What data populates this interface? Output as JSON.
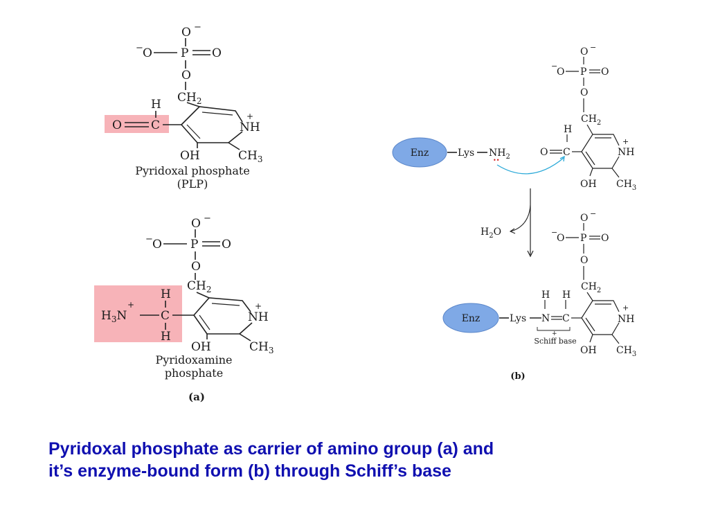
{
  "caption": {
    "line1": "Pyridoxal phosphate as carrier of amino group (a) and",
    "line2": "it’s enzyme-bound form (b) through Schiff’s base"
  },
  "colors": {
    "highlight": "#f7b3b8",
    "enzyme_ellipse": "#7fa9e6",
    "arrow_blue": "#2aa9d8",
    "caption_text": "#1010b0"
  },
  "panel_a": {
    "plp": {
      "phosphate": {
        "o_top": "O",
        "o_minus": "−",
        "o_left": "O",
        "p": "P",
        "o_right": "O",
        "o_bridge": "O",
        "ch2": "CH",
        "ch2_sub": "2"
      },
      "aldehyde": {
        "h": "H",
        "o": "O",
        "c": "C"
      },
      "ring": {
        "nh": "NH",
        "plus": "+",
        "oh": "OH",
        "ch3": "CH",
        "ch3_sub": "3"
      },
      "name_line1": "Pyridoxal phosphate",
      "name_line2": "(PLP)"
    },
    "pmp": {
      "phosphate": {
        "o_top": "O",
        "o_minus": "−",
        "o_left": "O",
        "p": "P",
        "o_right": "O",
        "o_bridge": "O",
        "ch2": "CH",
        "ch2_sub": "2"
      },
      "amine": {
        "h3n": "H",
        "h3n_sub": "3",
        "n": "N",
        "plus": "+",
        "c": "C",
        "h_top": "H",
        "h_bottom": "H"
      },
      "ring": {
        "nh": "NH",
        "plus": "+",
        "oh": "OH",
        "ch3": "CH",
        "ch3_sub": "3"
      },
      "name_line1": "Pyridoxamine",
      "name_line2": "phosphate"
    },
    "label": "(a)"
  },
  "panel_b": {
    "top": {
      "enz": "Enz",
      "lys": "Lys",
      "nh2": "NH",
      "nh2_sub": "2",
      "lone_pair": "••",
      "phosphate": {
        "o_top": "O",
        "o_minus": "−",
        "o_left": "O",
        "p": "P",
        "o_right": "O",
        "o_bridge": "O",
        "ch2": "CH",
        "ch2_sub": "2"
      },
      "aldehyde": {
        "h": "H",
        "o": "O",
        "c": "C"
      },
      "ring": {
        "nh": "NH",
        "plus": "+",
        "oh": "OH",
        "ch3": "CH",
        "ch3_sub": "3"
      }
    },
    "water": {
      "h": "H",
      "sub": "2",
      "o": "O"
    },
    "bottom": {
      "enz": "Enz",
      "lys": "Lys",
      "n": "N",
      "h_n": "H",
      "h_c": "H",
      "c": "C",
      "plus": "+",
      "schiff_base": "Schiff base",
      "phosphate": {
        "o_top": "O",
        "o_minus": "−",
        "o_left": "O",
        "p": "P",
        "o_right": "O",
        "o_bridge": "O",
        "ch2": "CH",
        "ch2_sub": "2"
      },
      "ring": {
        "nh": "NH",
        "plus": "+",
        "oh": "OH",
        "ch3": "CH",
        "ch3_sub": "3"
      }
    },
    "label": "(b)"
  }
}
